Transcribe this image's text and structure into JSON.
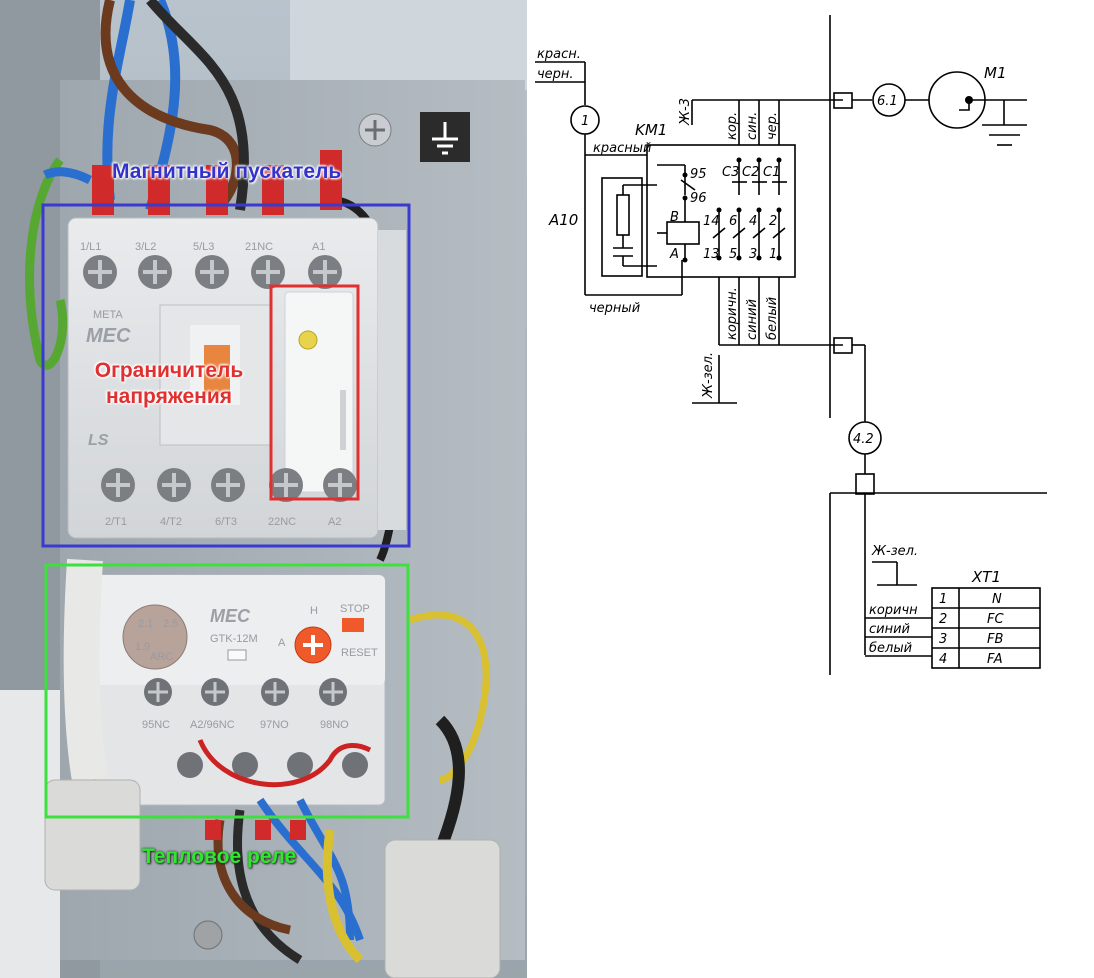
{
  "photo": {
    "captions": {
      "contactor": "Магнитный пускатель",
      "limiter_line1": "Ограничитель",
      "limiter_line2": "напряжения",
      "thermal_relay": "Тепловое реле"
    },
    "contactor_top_terminals": [
      "1/L1",
      "3/L2",
      "5/L3",
      "21NC",
      "A1"
    ],
    "contactor_bottom_terminals": [
      "2/T1",
      "4/T2",
      "6/T3",
      "22NC",
      "A2"
    ],
    "relay_terminals": [
      "95NC",
      "A2/96NC",
      "97NO",
      "98NO"
    ],
    "brand": "MEC",
    "brand_small": "META",
    "ls_logo": "LS",
    "relay_model": "GTK-12M",
    "relay_letters": [
      "H",
      "A"
    ],
    "dial_values": [
      "2.1",
      "2.5",
      "1.9"
    ],
    "dial_label": "ARC",
    "reset_label": "RESET",
    "stop_label": "STOP",
    "colors": {
      "contactor_box": "#3a3ad0",
      "limiter_box": "#e03030",
      "relay_box": "#3ee03e"
    }
  },
  "schematic": {
    "left_labels": [
      "красн.",
      "черн."
    ],
    "node1": "1",
    "node_6_1": "6.1",
    "node_4_2": "4.2",
    "zh3": "Ж-3",
    "km1": "KM1",
    "a10": "A10",
    "m1": "M1",
    "krasny": "красный",
    "cherny": "черный",
    "top_wires": [
      "кор.",
      "син.",
      "чер."
    ],
    "contact_labels": [
      "C3",
      "C2",
      "C1"
    ],
    "aux_labels": [
      "95",
      "96"
    ],
    "coil_labels": [
      "B",
      "A"
    ],
    "row_top_numbers": [
      "14",
      "6",
      "4",
      "2"
    ],
    "row_bottom_numbers": [
      "13",
      "5",
      "3",
      "1"
    ],
    "bottom_wires": [
      "коричн.",
      "синий",
      "белый"
    ],
    "zh_zel_1": "Ж-зел.",
    "zh_zel_2": "Ж-зел.",
    "xt1_title": "XT1",
    "xt1_rows": [
      {
        "num": "1",
        "name": "N",
        "wire": ""
      },
      {
        "num": "2",
        "name": "FC",
        "wire": "коричн"
      },
      {
        "num": "3",
        "name": "FB",
        "wire": "синий"
      },
      {
        "num": "4",
        "name": "FA",
        "wire": "белый"
      }
    ]
  }
}
